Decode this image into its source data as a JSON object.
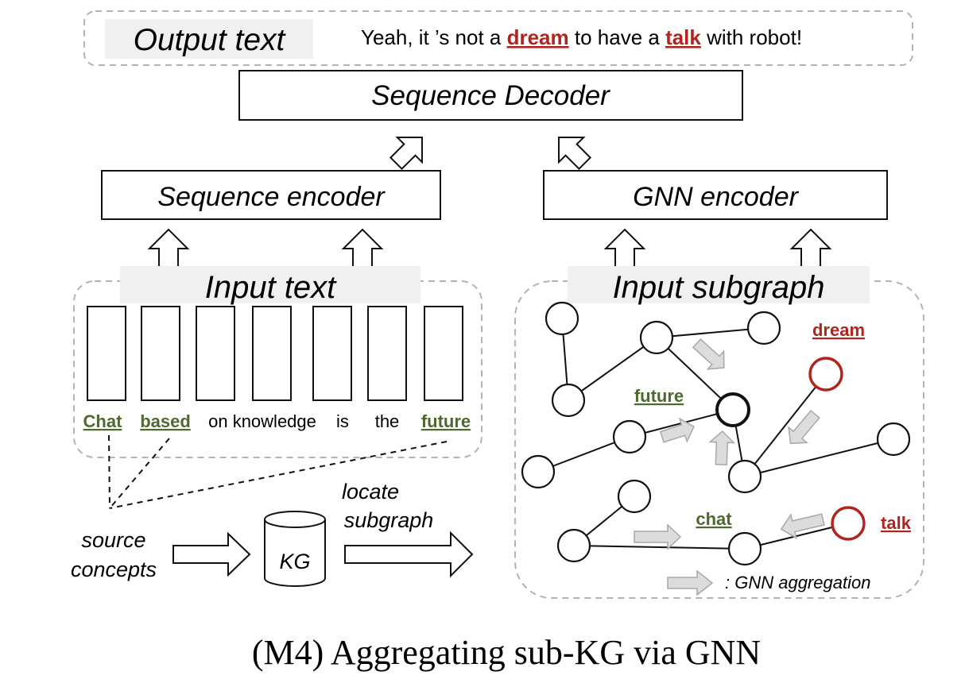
{
  "output": {
    "label": "Output text",
    "sentence_parts": [
      "Yeah, it ’s not a ",
      "dream",
      " to have a ",
      "talk",
      " with robot!"
    ]
  },
  "decoder": {
    "label": "Sequence Decoder"
  },
  "seq_encoder": {
    "label": "Sequence encoder"
  },
  "gnn_encoder": {
    "label": "GNN encoder"
  },
  "input_text": {
    "label": "Input text",
    "tokens": [
      "Chat",
      "based",
      "on knowledge",
      "is",
      "the",
      "future"
    ]
  },
  "input_subgraph": {
    "label": "Input subgraph",
    "concepts": {
      "dream": "dream",
      "future": "future",
      "chat": "chat",
      "talk": "talk"
    },
    "legend": ": GNN aggregation"
  },
  "source_concepts": {
    "line1": "source",
    "line2": "concepts"
  },
  "kg": {
    "label": "KG"
  },
  "locate": {
    "line1": "locate",
    "line2": "subgraph"
  },
  "caption": "(M4) Aggregating sub-KG via GNN",
  "colors": {
    "concept_green": "#4d6a2e",
    "concept_red": "#b0261f"
  }
}
